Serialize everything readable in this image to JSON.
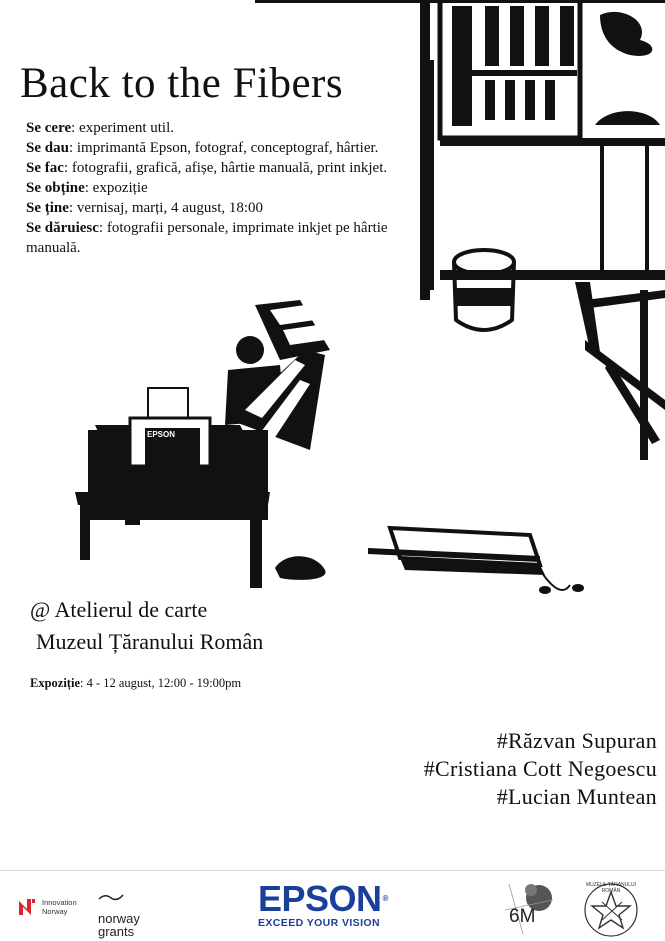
{
  "poster": {
    "title": "Back to the Fibers",
    "details": [
      {
        "label": "Se cere",
        "text": ": experiment util."
      },
      {
        "label": "Se dau",
        "text": ": imprimantă Epson, fotograf, conceptograf, hârtier."
      },
      {
        "label": "Se fac",
        "text": ": fotografii, grafică, afișe, hârtie manuală, print inkjet."
      },
      {
        "label": "Se obține",
        "text": ": expoziție"
      },
      {
        "label": "Se ține",
        "text": ": vernisaj, marți, 4 august, 18:00"
      },
      {
        "label": "Se dăruiesc",
        "text": ": fotografii personale, imprimate inkjet pe hârtie manuală."
      }
    ],
    "venue_line1": "@ Atelierul de carte",
    "venue_line2": "Muzeul Țăranului Român",
    "exhibition_label": "Expoziție",
    "exhibition_text": ": 4 - 12 august, 12:00 - 19:00pm",
    "credits": [
      "#Răzvan Supuran",
      "#Cristiana Cott Negoescu",
      "#Lucian  Muntean"
    ],
    "printer_label": "EPSON"
  },
  "sponsors": {
    "innovation_line1": "Innovation",
    "innovation_line2": "Norway",
    "norway_line1": "norway",
    "norway_line2": "grants",
    "epson_brand": "EPSON",
    "epson_tagline": "EXCEED YOUR VISION",
    "om_label": "6M",
    "seal_text": "MUZEUL ȚĂRANULUI ROMÂN"
  },
  "colors": {
    "ink": "#111111",
    "background": "#ffffff",
    "epson_blue": "#1b3f9c",
    "innovation_red": "#d9262c"
  }
}
